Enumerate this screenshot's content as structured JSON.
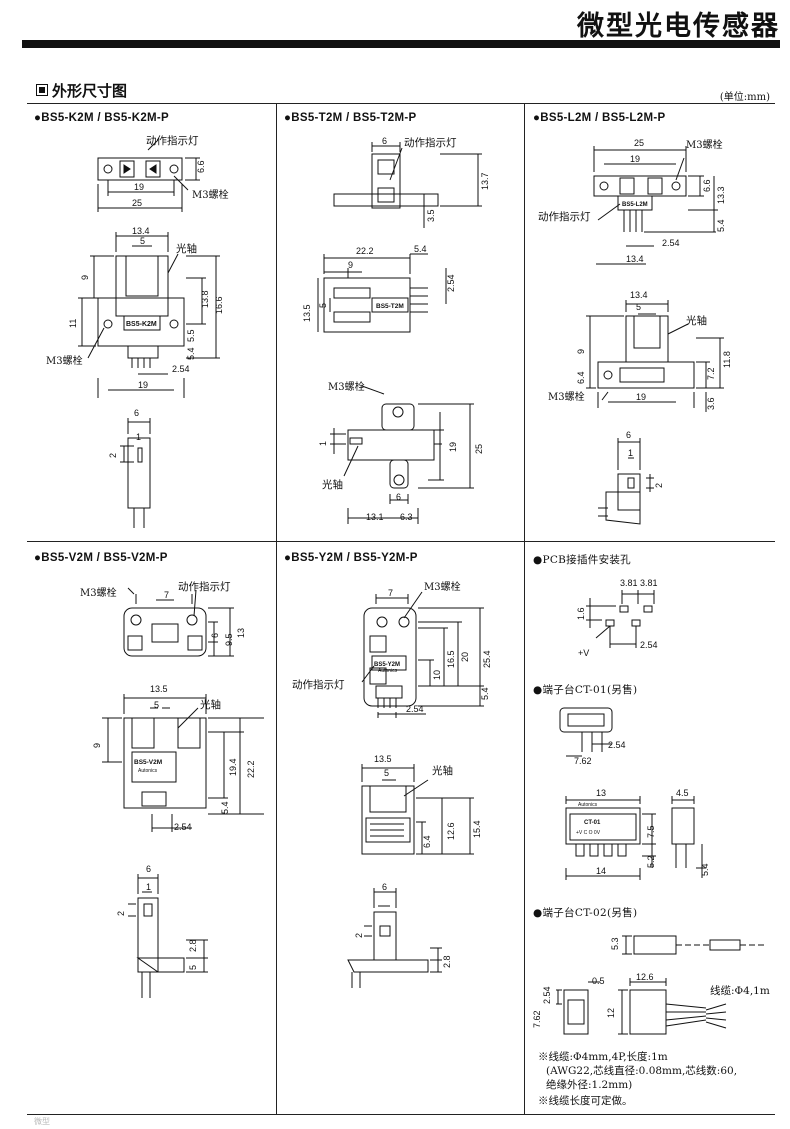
{
  "header": {
    "title": "微型光电传感器"
  },
  "section": {
    "title": "外形尺寸图",
    "unit": "(单位:mm)"
  },
  "cells": {
    "k2m": {
      "title": "●BS5-K2M / BS5-K2M-P"
    },
    "t2m": {
      "title": "●BS5-T2M / BS5-T2M-P"
    },
    "l2m": {
      "title": "●BS5-L2M / BS5-L2M-P"
    },
    "v2m": {
      "title": "●BS5-V2M / BS5-V2M-P"
    },
    "y2m": {
      "title": "●BS5-Y2M / BS5-Y2M-P"
    },
    "pcb": {
      "title": "●PCB接插件安装孔"
    },
    "ct01": {
      "title": "●端子台CT-01(另售)"
    },
    "ct02": {
      "title": "●端子台CT-02(另售)"
    }
  },
  "labels": {
    "indicator": "动作指示灯",
    "m3": "M3螺栓",
    "axis": "光轴",
    "cable": "线缆:Φ4,1m",
    "plusv": "+V",
    "brand": "Autonics"
  },
  "models": {
    "k2m": "BS5-K2M",
    "t2m": "BS5-T2M",
    "l2m": "BS5-L2M",
    "v2m": "BS5-V2M",
    "y2m": "BS5-Y2M",
    "ct01": "CT-01",
    "ct01pins": "+V C O 0V"
  },
  "notes": {
    "line1": "※线缆:Φ4mm,4P,长度:1m",
    "line2": "(AWG22,芯线直径:0.08mm,芯线数:60,",
    "line3": "绝缘外径:1.2mm)",
    "line4": "※线缆长度可定做。"
  },
  "dims": {
    "k2m": [
      "6.6",
      "19",
      "25",
      "13.4",
      "5",
      "9",
      "16.6",
      "13.8",
      "11",
      "5.5",
      "5.4",
      "19",
      "2.54",
      "6",
      "1",
      "2"
    ],
    "t2m": [
      "6",
      "13.7",
      "3.5",
      "22.2",
      "5.4",
      "9",
      "2.54",
      "13.5",
      "5",
      "1",
      "19",
      "25",
      "6",
      "13.1",
      "6.3"
    ],
    "l2m": [
      "25",
      "19",
      "6.6",
      "13.3",
      "5.4",
      "2.54",
      "13.4",
      "13.4",
      "5",
      "9",
      "11.8",
      "6.4",
      "7.2",
      "19",
      "3.6",
      "6",
      "1",
      "2"
    ],
    "v2m": [
      "7",
      "6",
      "9.5",
      "13",
      "13.5",
      "5",
      "9",
      "19.4",
      "22.2",
      "5.4",
      "2.54",
      "6",
      "1",
      "2",
      "2.8",
      "5"
    ],
    "y2m": [
      "7",
      "16.5",
      "20",
      "25.4",
      "10",
      "5.4",
      "2.54",
      "13.5",
      "5",
      "12.6",
      "15.4",
      "6.4",
      "6",
      "2",
      "2.8"
    ],
    "pcb": [
      "3.81",
      "3.81",
      "1.6",
      "2.54"
    ],
    "ct01": [
      "7.62",
      "2.54",
      "13",
      "7.5",
      "5.2",
      "14",
      "4.5",
      "5.4"
    ],
    "ct02": [
      "5.3",
      "0.5",
      "12.6",
      "2.54",
      "7.62",
      "12"
    ]
  },
  "footer": {
    "mark": "微型"
  }
}
